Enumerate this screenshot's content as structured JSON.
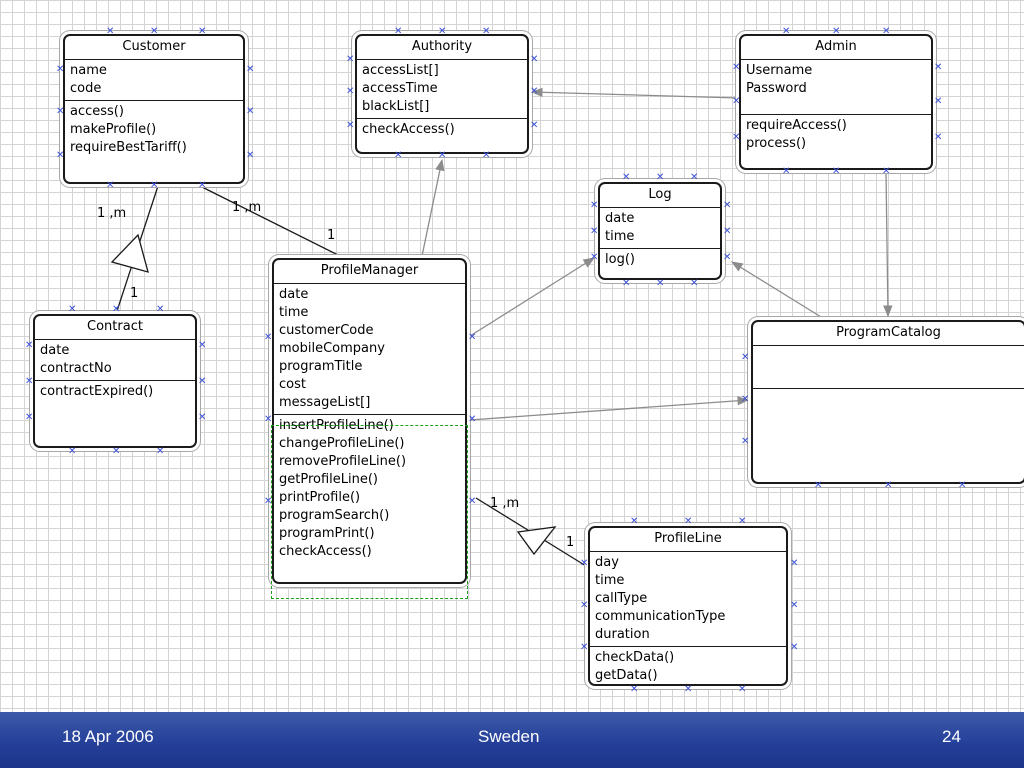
{
  "diagram": {
    "classes": [
      {
        "id": "customer",
        "name": "Customer",
        "attributes": [
          "name",
          "code"
        ],
        "operations": [
          "access()",
          "makeProfile()",
          "requireBestTariff()"
        ]
      },
      {
        "id": "authority",
        "name": "Authority",
        "attributes": [
          "accessList[]",
          "accessTime",
          "blackList[]"
        ],
        "operations": [
          "checkAccess()"
        ]
      },
      {
        "id": "admin",
        "name": "Admin",
        "attributes": [
          "Username",
          "Password"
        ],
        "operations": [
          "requireAccess()",
          "process()"
        ]
      },
      {
        "id": "log",
        "name": "Log",
        "attributes": [
          "date",
          "time"
        ],
        "operations": [
          "log()"
        ]
      },
      {
        "id": "contract",
        "name": "Contract",
        "attributes": [
          "date",
          "contractNo"
        ],
        "operations": [
          "contractExpired()"
        ]
      },
      {
        "id": "profilemanager",
        "name": "ProfileManager",
        "attributes": [
          "date",
          "time",
          "customerCode",
          "mobileCompany",
          "programTitle",
          "cost",
          "messageList[]"
        ],
        "operations": [
          "insertProfileLine()",
          "changeProfileLine()",
          "removeProfileLine()",
          "getProfileLine()",
          "printProfile()",
          "programSearch()",
          "programPrint()",
          "checkAccess()"
        ]
      },
      {
        "id": "programcatalog",
        "name": "ProgramCatalog",
        "attributes": [],
        "operations": []
      },
      {
        "id": "profileline",
        "name": "ProfileLine",
        "attributes": [
          "day",
          "time",
          "callType",
          "communicationType",
          "duration"
        ],
        "operations": [
          "checkData()",
          "getData()"
        ]
      }
    ],
    "multiplicities": {
      "customer_contract": "1 ,m",
      "contract_end": "1",
      "customer_profilemanager": "1 ,m",
      "profilemanager_end": "1",
      "profilemanager_profileline": "1 ,m",
      "profileline_end": "1"
    }
  },
  "footer": {
    "date": "18 Apr 2006",
    "center": "Sweden",
    "page": "24"
  },
  "colors": {
    "line": "#1a1a1a",
    "arrow": "#8c8c8c",
    "handle": "#3a50d8",
    "selection": "#1aa01a",
    "footer": "#2a4596"
  },
  "icons": {
    "handle": "selection-handle-icon"
  }
}
